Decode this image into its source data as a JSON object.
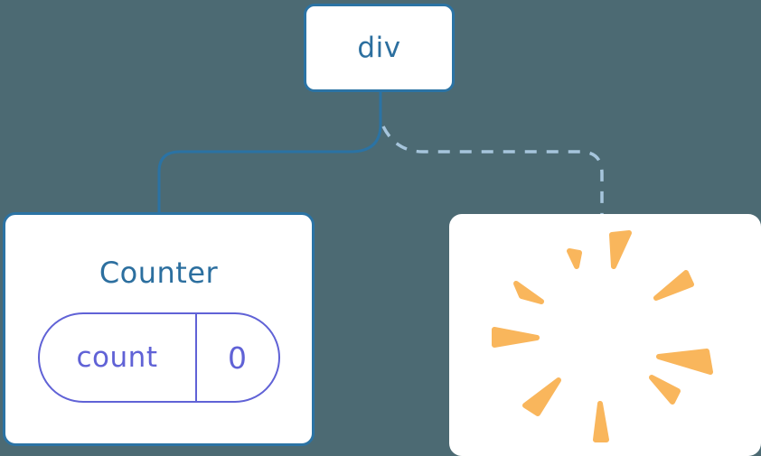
{
  "colors": {
    "background": "#4C6A73",
    "card_bg": "#FFFFFF",
    "line_blue": "#2B73A4",
    "text_blue": "#2C6F9F",
    "dashed_blue": "#A6C5DC",
    "state_purple": "#6062D6",
    "poof_orange": "#F9B65C"
  },
  "tree": {
    "root": {
      "label": "div"
    },
    "children": [
      {
        "kind": "component-card",
        "title": "Counter",
        "state": {
          "name": "count",
          "value": "0"
        }
      },
      {
        "kind": "removed-component-card",
        "icon": "poof-starburst"
      }
    ]
  },
  "connectors": [
    {
      "from": "div",
      "to": "Counter",
      "style": "solid"
    },
    {
      "from": "div",
      "to": "removed-component",
      "style": "dashed"
    }
  ]
}
